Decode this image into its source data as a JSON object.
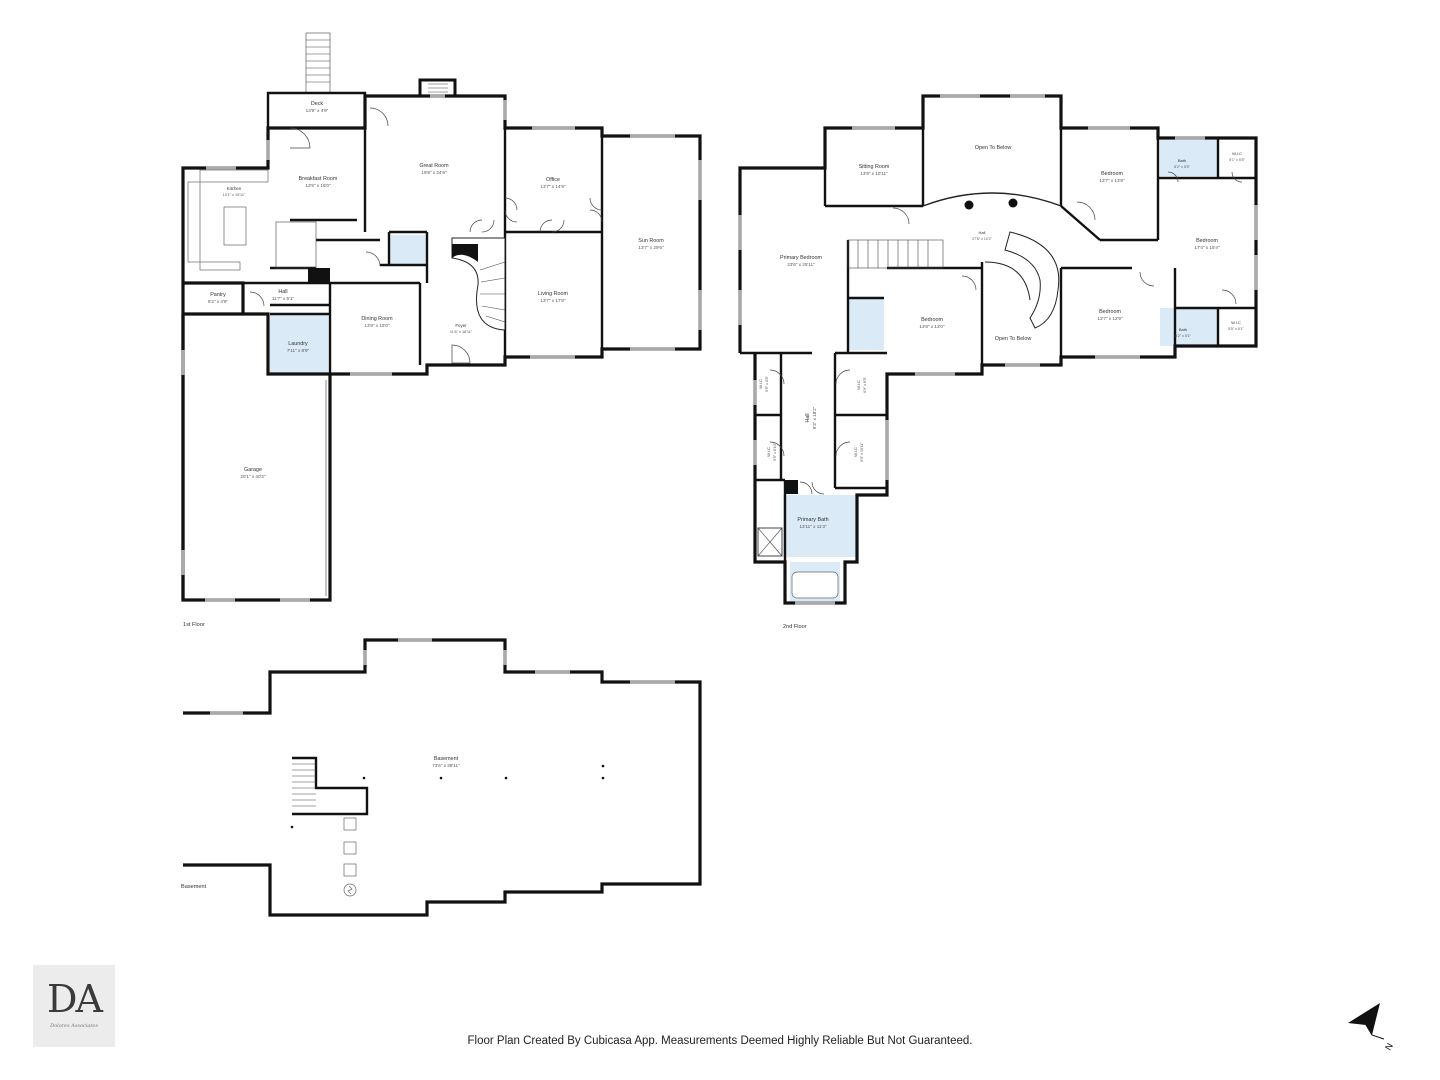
{
  "floors": {
    "first": {
      "label": "1st Floor",
      "rooms": [
        {
          "id": "deck",
          "name": "Deck",
          "dim": "13'6\" x 4'9\""
        },
        {
          "id": "breakfast",
          "name": "Breakfast Room",
          "dim": "13'5\" x 16'0\""
        },
        {
          "id": "great",
          "name": "Great Room",
          "dim": "19'8\" x 24'6\""
        },
        {
          "id": "office",
          "name": "Office",
          "dim": "13'7\" x 14'9\""
        },
        {
          "id": "sun",
          "name": "Sun Room",
          "dim": "13'7\" x 29'6\""
        },
        {
          "id": "kitchen",
          "name": "Kitchen",
          "dim": "13'1\" x 15'11\""
        },
        {
          "id": "hall1",
          "name": "Hall",
          "dim": "11'7\" x 5'1\""
        },
        {
          "id": "pantry",
          "name": "Pantry",
          "dim": "8'2\" x 4'9\""
        },
        {
          "id": "laundry",
          "name": "Laundry",
          "dim": "7'11\" x 8'9\""
        },
        {
          "id": "dining",
          "name": "Dining Room",
          "dim": "13'8\" x 15'0\""
        },
        {
          "id": "foyer",
          "name": "Foyer",
          "dim": "11'6\" x 18'11\""
        },
        {
          "id": "living",
          "name": "Living Room",
          "dim": "13'7\" x 17'8\""
        },
        {
          "id": "garage",
          "name": "Garage",
          "dim": "20'1\" x 40'2\""
        }
      ]
    },
    "second": {
      "label": "2nd Floor",
      "rooms": [
        {
          "id": "sitting",
          "name": "Sitting Room",
          "dim": "13'9\" x 10'11\""
        },
        {
          "id": "otb_top",
          "name": "Open To Below",
          "dim": ""
        },
        {
          "id": "bed_ne",
          "name": "Bedroom",
          "dim": "13'7\" x 13'9\""
        },
        {
          "id": "bath_ne",
          "name": "Bath",
          "dim": "8'2\" x 5'5\""
        },
        {
          "id": "wic_ne",
          "name": "W.I.C",
          "dim": "5'1\" x 5'5\""
        },
        {
          "id": "primary_bed",
          "name": "Primary Bedroom",
          "dim": "23'6\" x 25'11\""
        },
        {
          "id": "hall2",
          "name": "Hall",
          "dim": "27'6\" x 10'2\""
        },
        {
          "id": "bed_e",
          "name": "Bedroom",
          "dim": "17'4\" x 18'4\""
        },
        {
          "id": "bed_mid",
          "name": "Bedroom",
          "dim": "13'8\" x 13'0\""
        },
        {
          "id": "otb_mid",
          "name": "Open To Below",
          "dim": ""
        },
        {
          "id": "bed_se",
          "name": "Bedroom",
          "dim": "13'7\" x 12'9\""
        },
        {
          "id": "bath_se",
          "name": "Bath",
          "dim": "8'2\" x 5'1\""
        },
        {
          "id": "wic_se",
          "name": "W.I.C",
          "dim": "5'5\" x 5'1\""
        },
        {
          "id": "hall3",
          "name": "Hall",
          "dim": "9'3\" x 18'2\""
        },
        {
          "id": "wic_a",
          "name": "W.I.C",
          "dim": "5'5\" x 8'8\""
        },
        {
          "id": "wic_b",
          "name": "W.I.C",
          "dim": "5'5\" x 8'10\""
        },
        {
          "id": "wic_c",
          "name": "W.I.C",
          "dim": "6'9\" x 8'9\""
        },
        {
          "id": "wic_d",
          "name": "W.I.C",
          "dim": "6'9\" x 10'11\""
        },
        {
          "id": "primary_bath",
          "name": "Primary Bath",
          "dim": "13'11\" x 11'3\""
        }
      ]
    },
    "basement": {
      "label": "Basement",
      "rooms": [
        {
          "id": "basement",
          "name": "Basement",
          "dim": "73'6\" x 38'11\""
        }
      ]
    }
  },
  "logo": {
    "letters": "DA",
    "tagline": "Dolores Associates"
  },
  "footer": "Floor Plan Created By Cubicasa App. Measurements Deemed Highly Reliable But Not Guaranteed.",
  "compass": {
    "letter": "N"
  },
  "colors": {
    "wall": "#111111",
    "wetroom": "#dbeaf7",
    "window": "#9a9a9a"
  }
}
